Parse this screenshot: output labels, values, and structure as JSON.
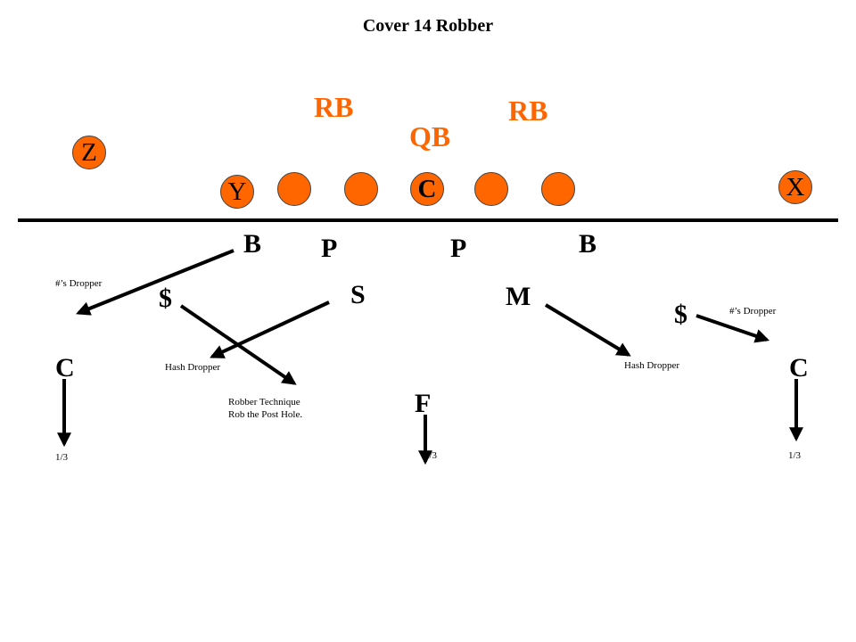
{
  "title": "Cover 14  Robber",
  "colors": {
    "offense": "#ff6600",
    "line": "#000000",
    "background": "#ffffff"
  },
  "offense": {
    "rb_left": "RB",
    "rb_right": "RB",
    "qb": "QB",
    "z": "Z",
    "y": "Y",
    "center": "C",
    "x": "X"
  },
  "defense": {
    "b_left": "B",
    "b_right": "B",
    "p_left": "P",
    "p_right": "P",
    "dollar_left": "$",
    "dollar_right": "$",
    "s": "S",
    "m": "M",
    "c_left": "C",
    "c_right": "C",
    "f": "F"
  },
  "annotations": {
    "dropper_left": "#’s Dropper",
    "dropper_right": "#’s Dropper",
    "hash_left": "Hash Dropper",
    "hash_right": "Hash Dropper",
    "robber_line1": "Robber Technique",
    "robber_line2": "Rob the Post Hole.",
    "third_left": "1/3",
    "third_mid": "1/3",
    "third_right": "1/3"
  }
}
